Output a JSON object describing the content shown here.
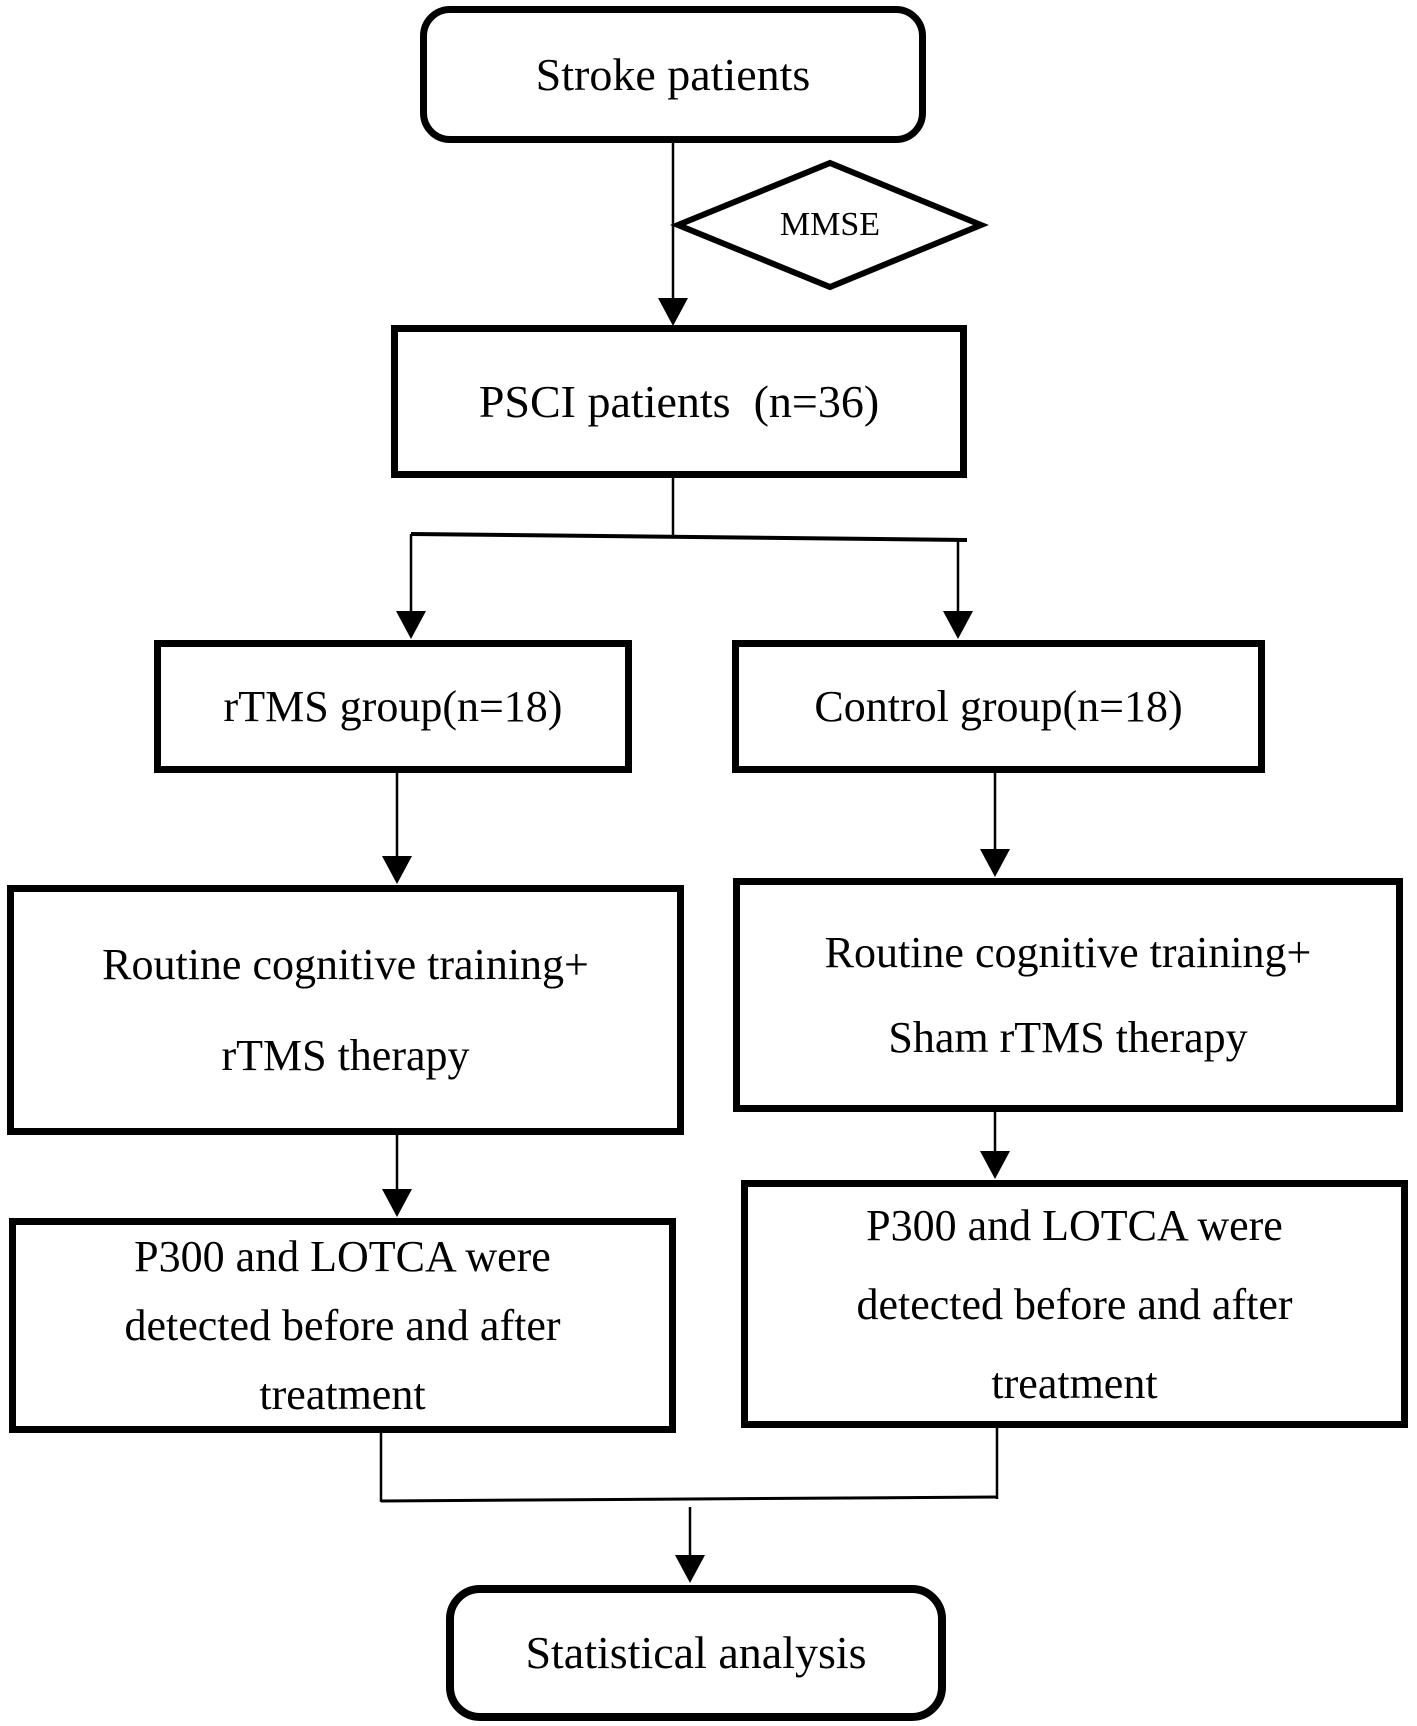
{
  "figure": {
    "background_color": "#ffffff",
    "line_color": "#000000",
    "text_color": "#000000",
    "type": "study-flowchart"
  },
  "nodes": {
    "stroke_patients": {
      "label": "Stroke patients"
    },
    "mmse": {
      "label": "MMSE"
    },
    "psci_patients": {
      "label": "PSCI patients  (n=36)"
    },
    "rtms_group": {
      "label": "rTMS group(n=18)"
    },
    "control_group": {
      "label": "Control group(n=18)"
    },
    "rtms_treatment": {
      "lines": [
        "Routine cognitive training+",
        "rTMS therapy"
      ]
    },
    "control_treatment": {
      "lines": [
        "Routine cognitive training+",
        "Sham rTMS therapy"
      ]
    },
    "rtms_outcome": {
      "lines": [
        "P300 and LOTCA were",
        "detected before and after",
        "treatment"
      ]
    },
    "control_outcome": {
      "lines": [
        "P300 and LOTCA were",
        "detected before and after",
        "treatment"
      ]
    },
    "statistical_analysis": {
      "label": "Statistical analysis"
    }
  }
}
